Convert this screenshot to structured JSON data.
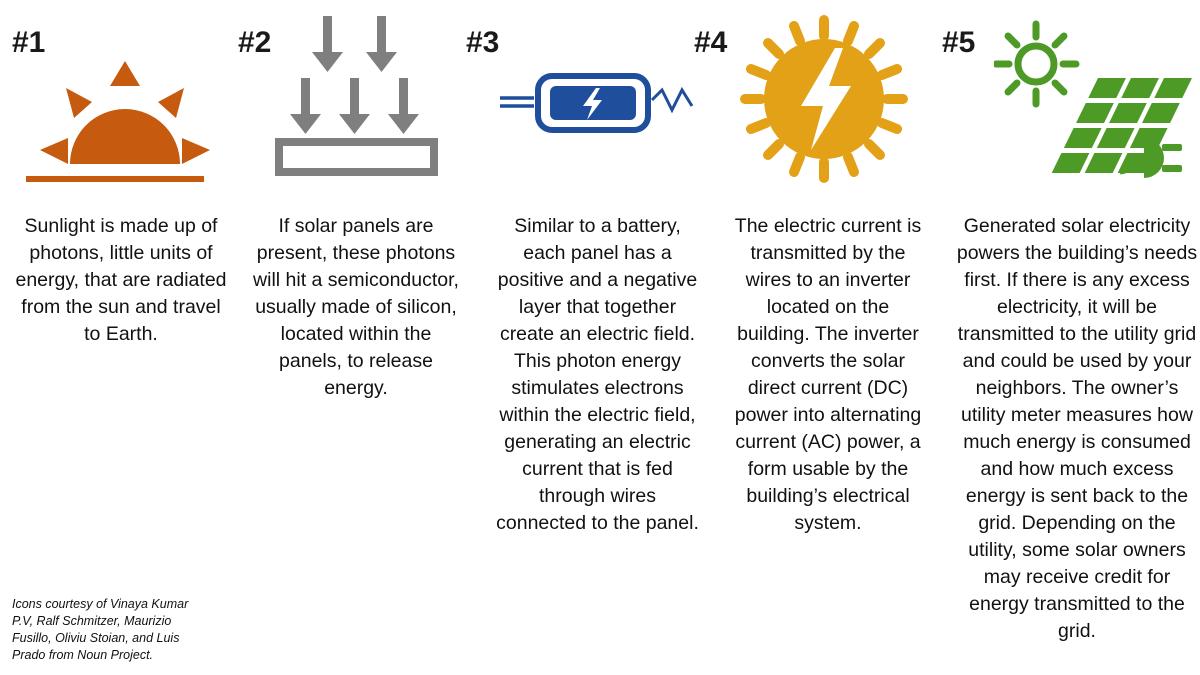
{
  "colors": {
    "sun_orange": "#c65a0e",
    "panel_gray": "#7f7f7f",
    "battery_blue": "#1f4e9c",
    "sun_gold": "#e3a117",
    "panel_green": "#4e9a26"
  },
  "steps": [
    {
      "number": "#1",
      "icon": "sunrise-icon",
      "text": "Sunlight is made up of photons, little units of energy, that are radiated from the sun and travel to Earth."
    },
    {
      "number": "#2",
      "icon": "photons-hitting-panel-icon",
      "text": "If solar panels are present, these photons will hit a semiconductor, usually made of silicon, located within the panels, to release energy."
    },
    {
      "number": "#3",
      "icon": "battery-current-icon",
      "text": "Similar to a battery, each panel has a positive and a negative layer that together create an electric field.  This photon energy stimulates electrons within the electric field, generating an electric current that is fed through wires connected to the panel."
    },
    {
      "number": "#4",
      "icon": "sun-lightning-icon",
      "text": "The electric current is transmitted by the wires to an inverter located on the building.  The inverter converts the solar direct current (DC) power into alternating current (AC) power, a form usable by the building’s electrical system."
    },
    {
      "number": "#5",
      "icon": "solar-panel-plug-icon",
      "text": "Generated solar electricity powers the building’s needs first.  If there is any excess electricity, it will be transmitted to the utility grid and could be used by your neighbors.  The owner’s utility meter measures how much energy is consumed and how much excess energy is sent back to the grid. Depending on the utility, some solar owners may receive credit for energy transmitted to the grid."
    }
  ],
  "credit": "Icons courtesy of Vinaya Kumar P.V, Ralf Schmitzer, Maurizio Fusillo, Oliviu Stoian, and Luis Prado from Noun Project."
}
